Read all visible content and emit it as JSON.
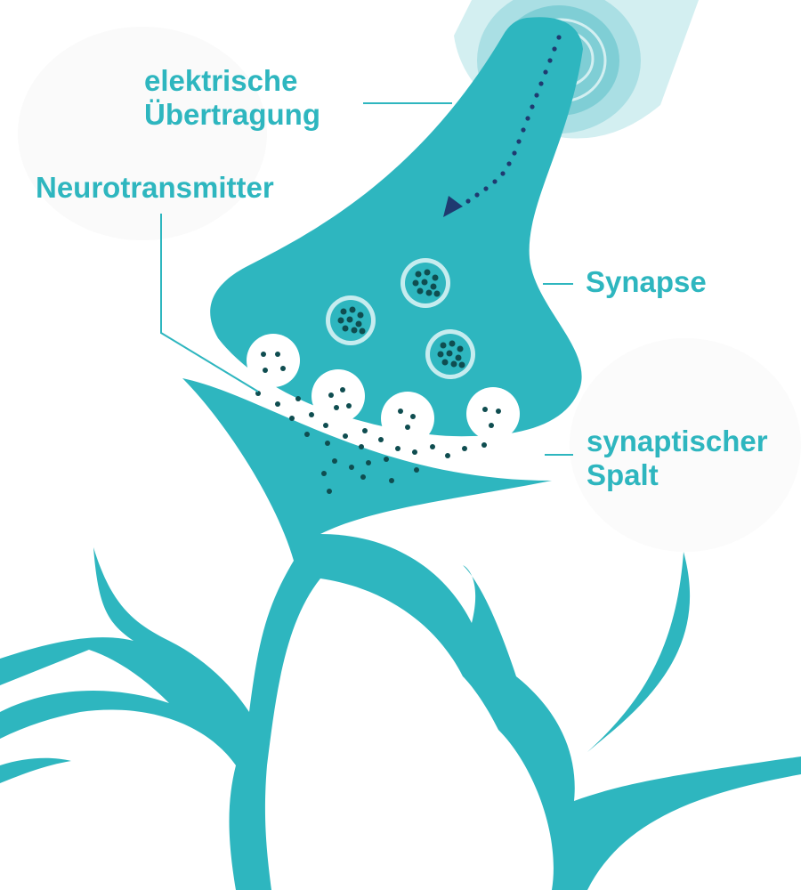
{
  "labels": {
    "electric_transmission": [
      "elektrische",
      "Übertragung"
    ],
    "neurotransmitter": "Neurotransmitter",
    "synapse": "Synapse",
    "synaptic_cleft": [
      "synaptischer",
      "Spalt"
    ]
  },
  "colors": {
    "teal": "#2eb6bf",
    "label": "#2eb6bf",
    "halo_light": "#d3eff1",
    "halo_mid": "#aadfe4",
    "halo_dark": "#7fced5",
    "dark_dot": "#0f4d50",
    "arrow": "#1f3a70",
    "vesicle_ring": "#c6ecef",
    "leader_line": "#2eb6bf"
  }
}
